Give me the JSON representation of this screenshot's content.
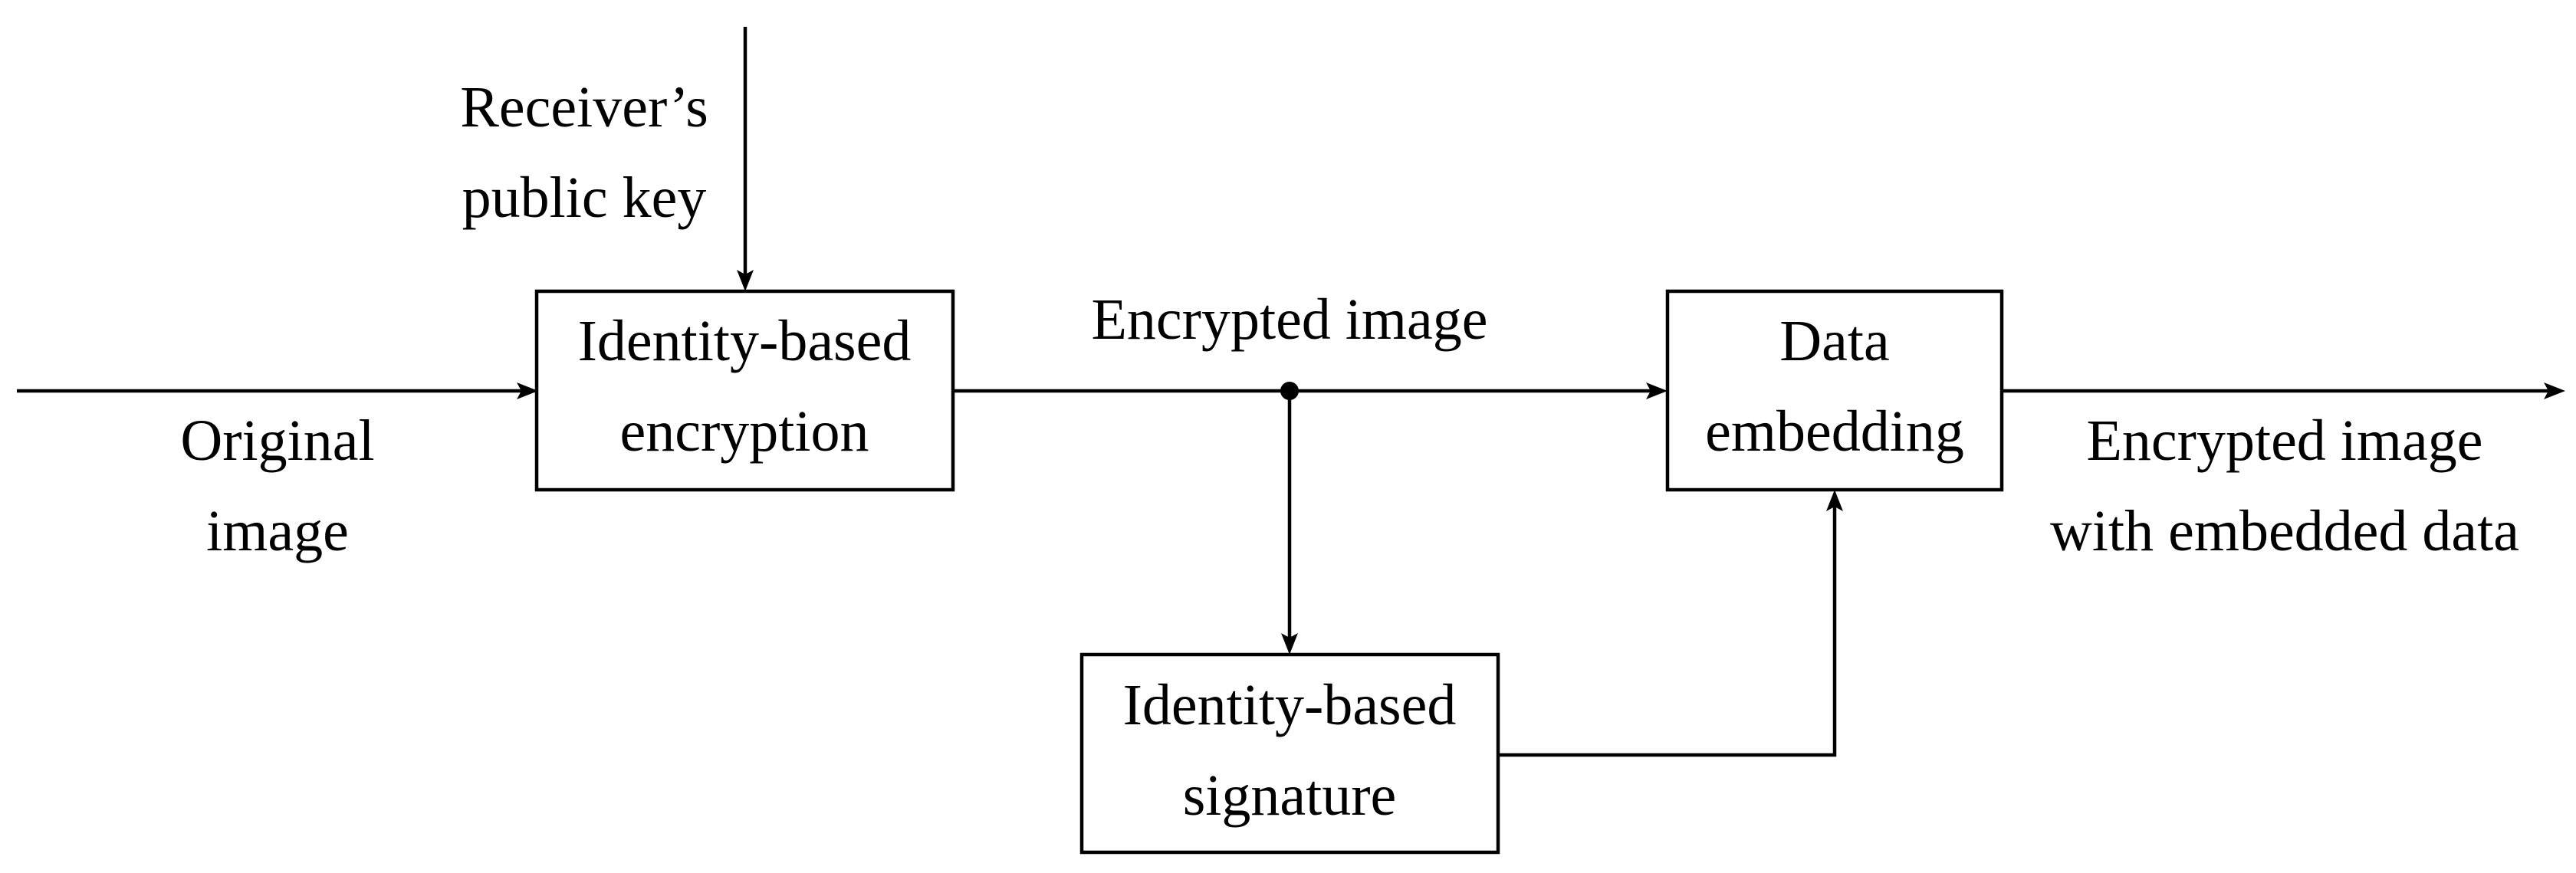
{
  "blocks": {
    "ibe": {
      "line1": "Identity-based",
      "line2": "encryption"
    },
    "embed": {
      "line1": "Data",
      "line2": "embedding"
    },
    "ibs": {
      "line1": "Identity-based",
      "line2": "signature"
    }
  },
  "labels": {
    "original_image": {
      "line1": "Original",
      "line2": "image"
    },
    "public_key": {
      "line1": "Receiver’s",
      "line2": "public key"
    },
    "encrypted_image": "Encrypted image",
    "output": {
      "line1": "Encrypted image",
      "line2": "with embedded data"
    }
  }
}
